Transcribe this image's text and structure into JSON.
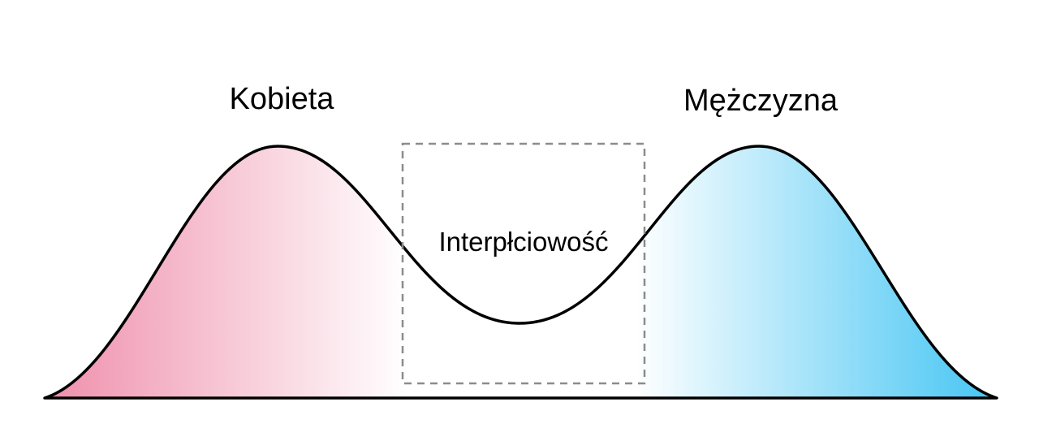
{
  "diagram": {
    "title": "bimodal-sex-spectrum",
    "left_label": "Kobieta",
    "right_label": "Mężczyzna",
    "center_label": "Interpłciowość"
  },
  "colors": {
    "female_pink": "#EF8FAC",
    "male_blue": "#45C5F3",
    "fade_white": "#FFFFFF",
    "curve_stroke": "#000000",
    "dashed_box": "#8C8C8C"
  }
}
